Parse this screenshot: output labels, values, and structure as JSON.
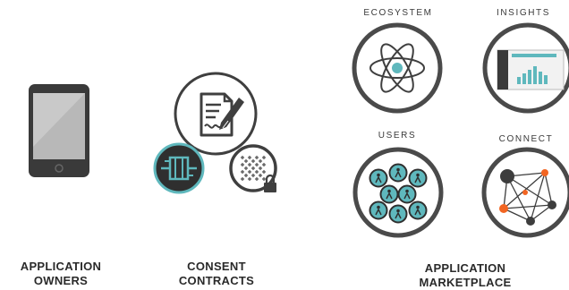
{
  "columns": {
    "owners": {
      "line1": "APPLICATION",
      "line2": "OWNERS"
    },
    "contracts": {
      "line1": "CONSENT",
      "line2": "CONTRACTS"
    },
    "marketplace": {
      "line1": "APPLICATION",
      "line2": "MARKETPLACE"
    }
  },
  "marketplace_items": {
    "ecosystem": "ECOSYSTEM",
    "insights": "INSIGHTS",
    "users": "USERS",
    "connect": "CONNECT"
  },
  "icons": {
    "owners": "smartphone-icon",
    "contracts": "signed-document-icon",
    "chip": "chip-icon",
    "lock": "lock-grid-icon",
    "ecosystem": "atom-icon",
    "insights": "dashboard-chart-icon",
    "users": "users-cluster-icon",
    "connect": "network-graph-icon"
  },
  "colors": {
    "ring": "#4a4a4a",
    "teal": "#5fb8bd",
    "orange": "#f26522",
    "dark": "#3d3d3d"
  }
}
